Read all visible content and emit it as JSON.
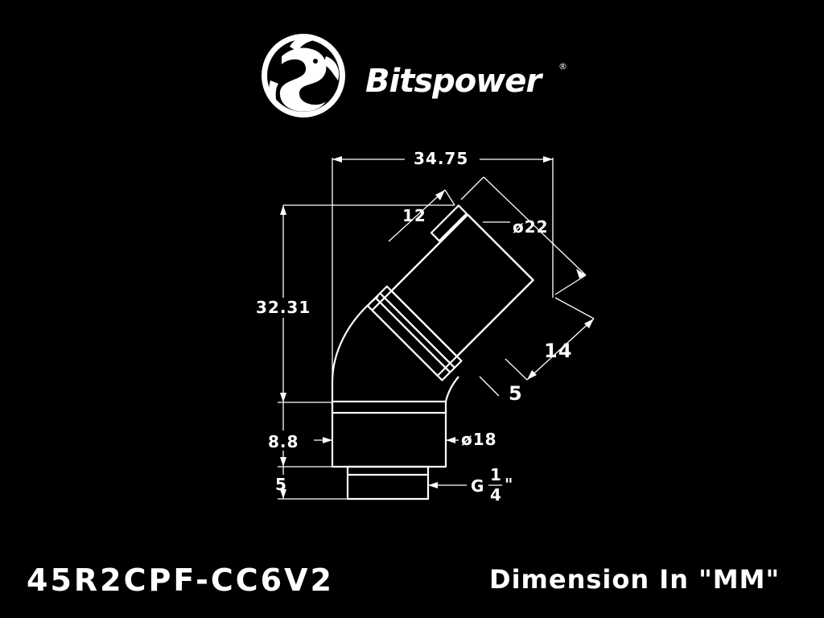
{
  "brand": {
    "name": "Bitspower",
    "registered_mark": "®",
    "logo_icon": "dragon-emblem-icon"
  },
  "dimensions": {
    "overall_width": "34.75",
    "overall_height": "32.31",
    "grip_length": "12",
    "outer_diameter": "ø22",
    "rotary_length": "14",
    "ring_width": "5",
    "base_height": "8.8",
    "base_diameter": "ø18",
    "thread_length": "5",
    "thread_prefix": "G",
    "thread_numerator": "1",
    "thread_denominator": "4",
    "thread_suffix": "\""
  },
  "footer": {
    "model": "45R2CPF-CC6V2",
    "units": "Dimension In \"MM\""
  },
  "colors": {
    "background": "#000000",
    "lines": "#ffffff"
  }
}
